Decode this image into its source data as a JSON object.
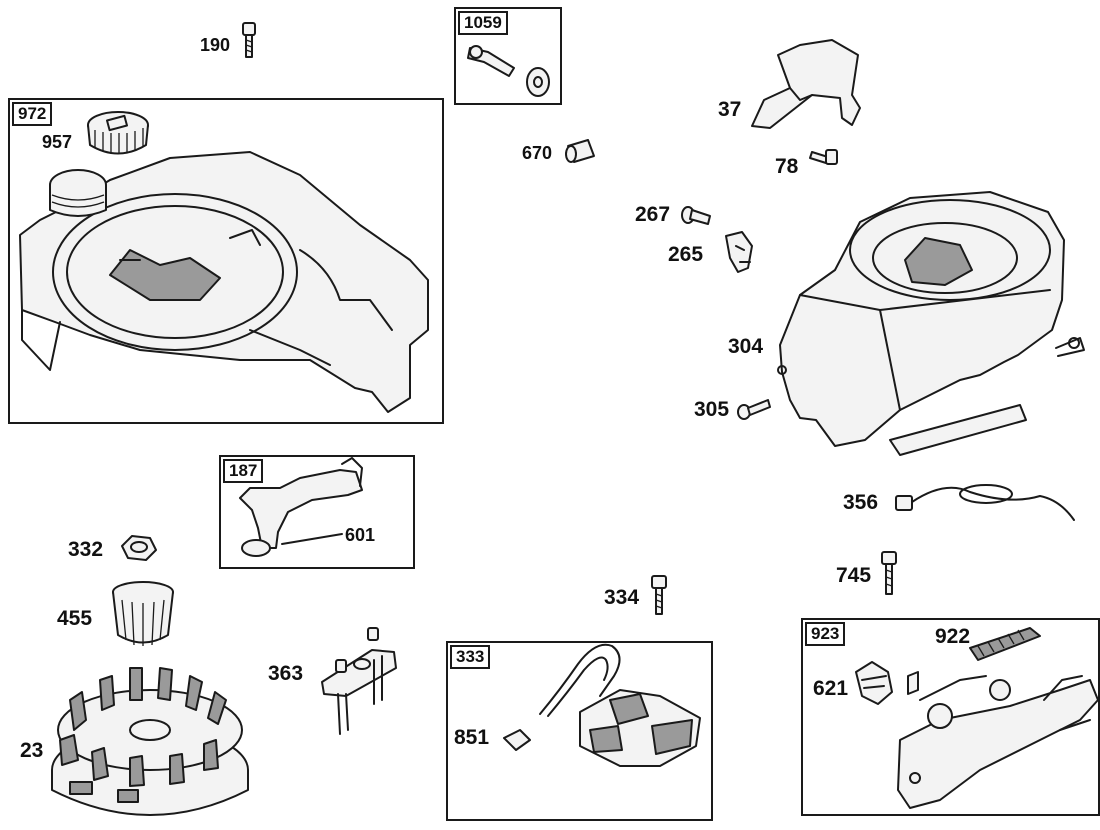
{
  "boxes": {
    "blower_housing": "972",
    "thread_kit": "1059",
    "breather_tube": "187",
    "ignition": "333",
    "control": "923"
  },
  "parts": {
    "screw_190": "190",
    "cap_957": "957",
    "bushing_670": "670",
    "shield_37": "37",
    "screw_78": "78",
    "screw_267": "267",
    "clip_265": "265",
    "housing_304": "304",
    "screw_305": "305",
    "wire_356": "356",
    "tube_601": "601",
    "nut_332": "332",
    "cup_455": "455",
    "flywheel_23": "23",
    "bracket_363": "363",
    "screw_334": "334",
    "screw_745": "745",
    "plug_851": "851",
    "spring_922": "922",
    "link_621": "621"
  }
}
